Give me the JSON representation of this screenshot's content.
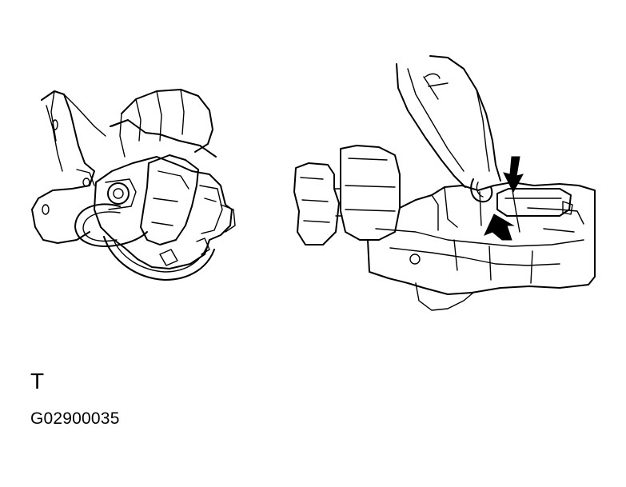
{
  "diagram": {
    "view_letter": "T",
    "figure_code": "G02900035",
    "left_part_icon": "ignition-switch-assembly-icon",
    "right_part_icon": "steering-lock-housing-icon",
    "callouts": [
      "press-arrow-top",
      "press-arrow-bottom"
    ]
  }
}
